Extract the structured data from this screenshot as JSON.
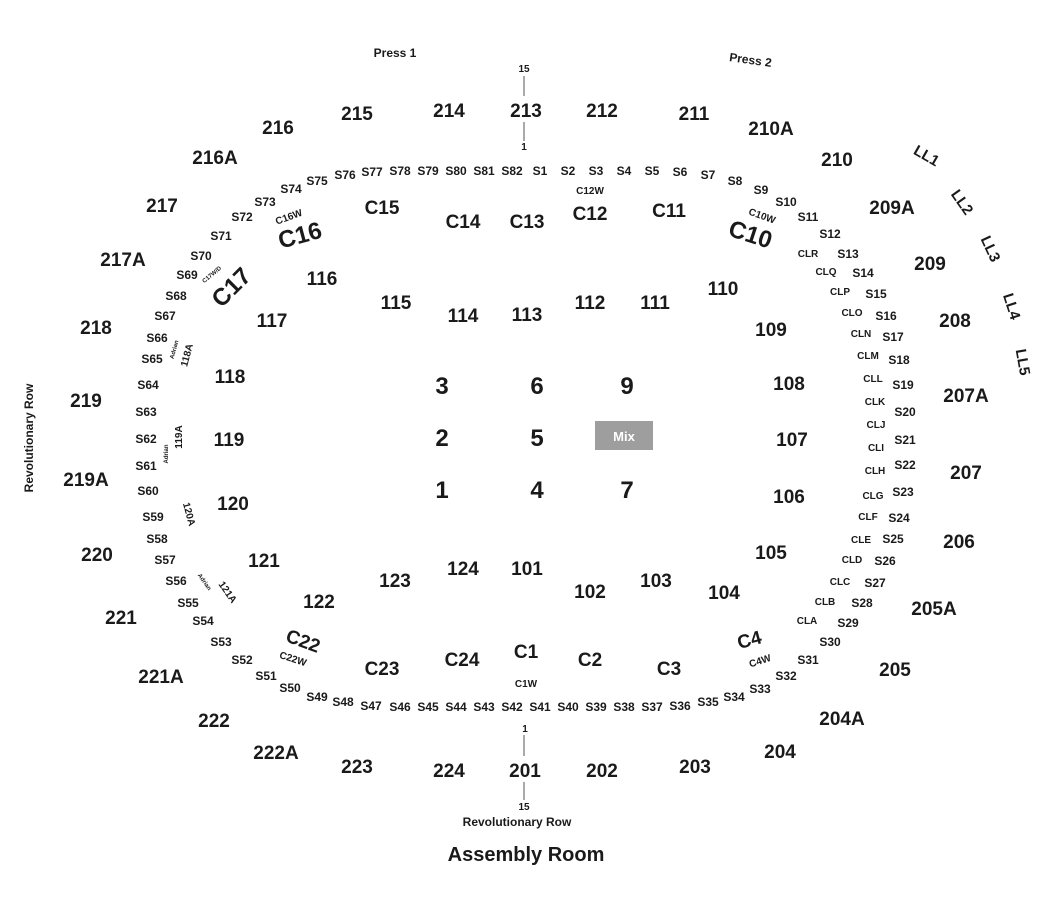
{
  "title": "Assembly Room",
  "labels": {
    "press1": "Press 1",
    "press2": "Press 2",
    "rev_row_left": "Revolutionary Row",
    "rev_row_bottom": "Revolutionary Row",
    "mix": "Mix",
    "row_top_15": "15",
    "row_top_1": "1",
    "row_bottom_1": "1",
    "row_bottom_15": "15"
  },
  "colors": {
    "mix_box": "#9e9e9e",
    "text": "#1a1a1a"
  },
  "sections_200": [
    "213",
    "214",
    "215",
    "216",
    "216A",
    "217",
    "217A",
    "218",
    "219",
    "219A",
    "220",
    "221",
    "221A",
    "222",
    "222A",
    "223",
    "224",
    "201",
    "202",
    "203",
    "204",
    "204A",
    "205",
    "205A",
    "206",
    "207",
    "207A",
    "208",
    "209",
    "209A",
    "210",
    "210A",
    "211",
    "212"
  ],
  "suites": [
    "S1",
    "S2",
    "S3",
    "S4",
    "S5",
    "S6",
    "S7",
    "S8",
    "S9",
    "S10",
    "S11",
    "S12",
    "S13",
    "S14",
    "S15",
    "S16",
    "S17",
    "S18",
    "S19",
    "S20",
    "S21",
    "S22",
    "S23",
    "S24",
    "S25",
    "S26",
    "S27",
    "S28",
    "S29",
    "S30",
    "S31",
    "S32",
    "S33",
    "S34",
    "S35",
    "S36",
    "S37",
    "S38",
    "S39",
    "S40",
    "S41",
    "S42",
    "S43",
    "S44",
    "S45",
    "S46",
    "S47",
    "S48",
    "S49",
    "S50",
    "S51",
    "S52",
    "S53",
    "S54",
    "S55",
    "S56",
    "S57",
    "S58",
    "S59",
    "S60",
    "S61",
    "S62",
    "S63",
    "S64",
    "S65",
    "S66",
    "S67",
    "S68",
    "S69",
    "S70",
    "S71",
    "S72",
    "S73",
    "S74",
    "S75",
    "S76",
    "S77",
    "S78",
    "S79",
    "S80",
    "S81",
    "S82"
  ],
  "club_sections": [
    "C1",
    "C2",
    "C3",
    "C4",
    "C10",
    "C11",
    "C12",
    "C13",
    "C14",
    "C15",
    "C16",
    "C17",
    "C22",
    "C23",
    "C24"
  ],
  "club_small": [
    "C1W",
    "C4W",
    "C10W",
    "C12W",
    "C16W",
    "C17W/D",
    "C22W"
  ],
  "club_lounges": [
    "CLA",
    "CLB",
    "CLC",
    "CLD",
    "CLE",
    "CLF",
    "CLG",
    "CLH",
    "CLI",
    "CLJ",
    "CLK",
    "CLL",
    "CLM",
    "CLN",
    "CLO",
    "CLP",
    "CLQ",
    "CLR"
  ],
  "sections_100": [
    "101",
    "102",
    "103",
    "104",
    "105",
    "106",
    "107",
    "108",
    "109",
    "110",
    "111",
    "112",
    "113",
    "114",
    "115",
    "116",
    "117",
    "118",
    "119",
    "120",
    "121",
    "122",
    "123",
    "124"
  ],
  "adrian": [
    "118A",
    "119A",
    "120A",
    "121A",
    "Adrian",
    "Adrian",
    "Adrian"
  ],
  "floor": [
    "1",
    "2",
    "3",
    "4",
    "5",
    "6",
    "7",
    "9"
  ],
  "loge": [
    "LL1",
    "LL2",
    "LL3",
    "LL4",
    "LL5"
  ]
}
